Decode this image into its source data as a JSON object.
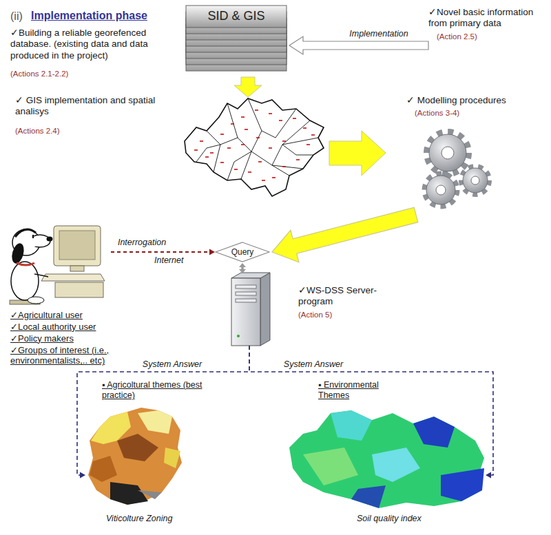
{
  "diagram": {
    "title": "Implementation phase",
    "nodes": [
      {
        "text": [
          "SID & GIS"
        ]
      },
      {
        "text": [
          "✓Novel basic information from primary data",
          "(Action 2.5)"
        ]
      },
      {
        "text": [
          "✓ Modelling procedures",
          "(Actions 3-4)"
        ]
      },
      {
        "text": [
          "✓Agricultural user",
          "✓Local authority user",
          "✓Policy makers",
          "✓Groups of interest (i.e., environmentalists,.. etc)"
        ]
      },
      {
        "text": [
          "Query"
        ]
      },
      {
        "text": [
          "✓WS-DSS Server-program",
          "(Action 5)"
        ]
      },
      {
        "text": [
          "▪ Agricoltural themes (best practice)",
          "Viticolture Zoning"
        ]
      },
      {
        "text": [
          "▪ Environmental Themes",
          "Soil quality index"
        ]
      }
    ],
    "edges": [
      {
        "from": 1,
        "to": 0,
        "label": "Implementation",
        "arrow": "to"
      },
      {
        "from": 2,
        "to": 4,
        "arrow": "to"
      },
      {
        "from": 3,
        "to": 4,
        "label": "Interrogation",
        "arrow": "to"
      },
      {
        "from": 4,
        "to": 5,
        "arrow": "both"
      },
      {
        "from": 5,
        "to": 6,
        "label": "System Answer",
        "arrow": "to"
      },
      {
        "from": 5,
        "to": 7,
        "label": "System Answer",
        "arrow": "to"
      }
    ],
    "labels": [
      "(ii)",
      "✓Building a reliable georefenced database. (existing data and data produced in the project)",
      "(Actions 2.1-2.2)",
      "✓ GIS implementation and spatial analisys",
      "(Actions 2.4)",
      "Internet"
    ]
  }
}
